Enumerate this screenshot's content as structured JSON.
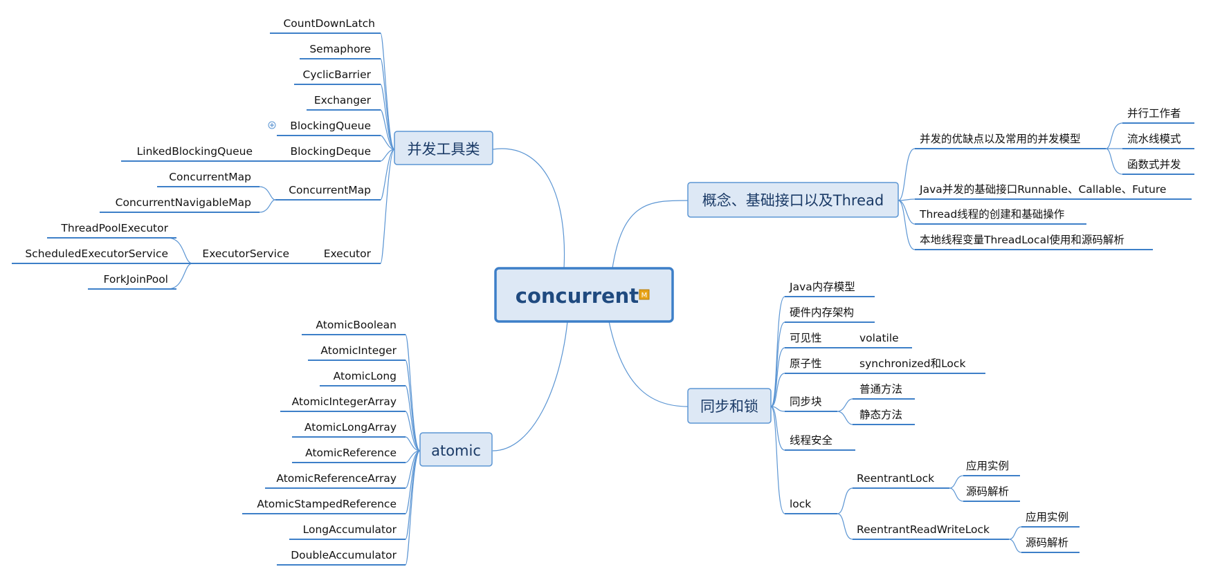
{
  "root": {
    "label": "concurrent",
    "marker": "M"
  },
  "branches": {
    "tools": {
      "label": "并发工具类",
      "items": {
        "countdownlatch": "CountDownLatch",
        "semaphore": "Semaphore",
        "cyclicbarrier": "CyclicBarrier",
        "exchanger": "Exchanger",
        "blockingqueue": "BlockingQueue",
        "blockingdeque": "BlockingDeque",
        "linkedblockingqueue": "LinkedBlockingQueue",
        "concurrentmap": "ConcurrentMap",
        "concurrentmap_child": "ConcurrentMap",
        "concurrentnavigablemap": "ConcurrentNavigableMap",
        "executor": "Executor",
        "executorservice": "ExecutorService",
        "threadpoolexecutor": "ThreadPoolExecutor",
        "scheduledexecutorservice": "ScheduledExecutorService",
        "forkjoinpool": "ForkJoinPool"
      }
    },
    "atomic": {
      "label": "atomic",
      "items": {
        "atomicboolean": "AtomicBoolean",
        "atomicinteger": "AtomicInteger",
        "atomiclong": "AtomicLong",
        "atomicintegerarray": "AtomicIntegerArray",
        "atomiclongarray": "AtomicLongArray",
        "atomicreference": "AtomicReference",
        "atomicreferencearray": "AtomicReferenceArray",
        "atomicstampedreference": "AtomicStampedReference",
        "longaccumulator": "LongAccumulator",
        "doubleaccumulator": "DoubleAccumulator"
      }
    },
    "concepts": {
      "label": "概念、基础接口以及Thread",
      "items": {
        "pros_cons": "并发的优缺点以及常用的并发模型",
        "parallel_workers": "并行工作者",
        "pipeline": "流水线模式",
        "functional": "函数式并发",
        "java_interfaces": "Java并发的基础接口Runnable、Callable、Future",
        "thread_ops": "Thread线程的创建和基础操作",
        "threadlocal": "本地线程变量ThreadLocal使用和源码解析"
      }
    },
    "sync": {
      "label": "同步和锁",
      "items": {
        "jmm": "Java内存模型",
        "hw_memory": "硬件内存架构",
        "visibility": "可见性",
        "volatile": "volatile",
        "atomicity": "原子性",
        "synchronized_lock": "synchronized和Lock",
        "sync_block": "同步块",
        "normal_method": "普通方法",
        "static_method": "静态方法",
        "thread_safety": "线程安全",
        "lock": "lock",
        "reentrantlock": "ReentrantLock",
        "rl_usage": "应用实例",
        "rl_source": "源码解析",
        "reentrantrwlock": "ReentrantReadWriteLock",
        "rwl_usage": "应用实例",
        "rwl_source": "源码解析"
      }
    }
  },
  "colors": {
    "line": "#3d7fc8",
    "connector": "#5b95d3",
    "box_fill": "#dde8f5",
    "root_text": "#1f4a7f",
    "marker": "#e8a317"
  }
}
